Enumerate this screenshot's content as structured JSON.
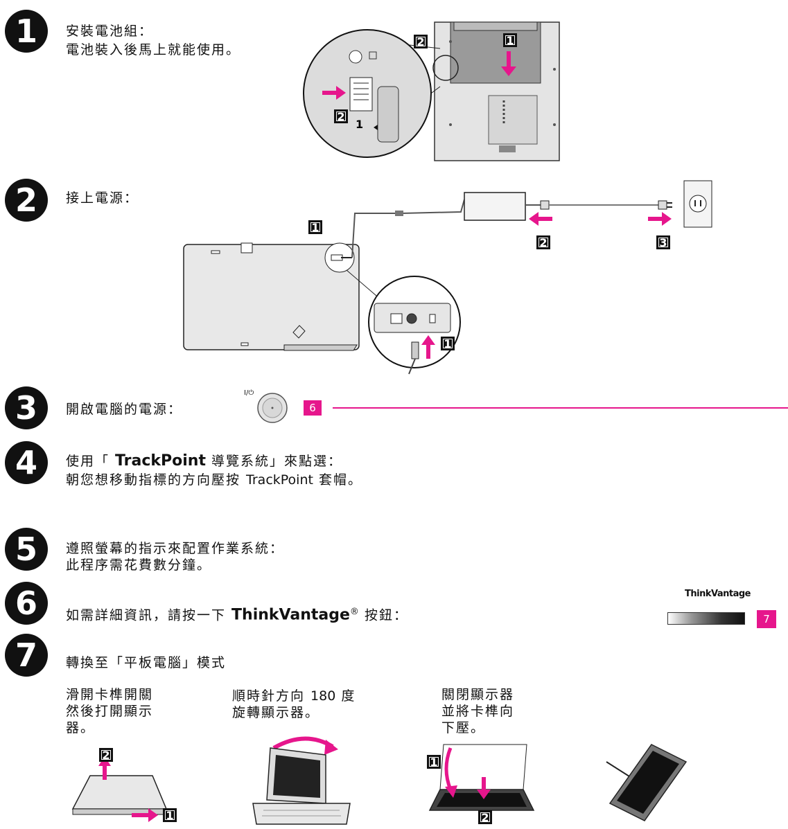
{
  "steps": [
    {
      "n": "1",
      "lines": [
        "安裝電池組：",
        "電池裝入後馬上就能使用。"
      ]
    },
    {
      "n": "2",
      "lines": [
        "接上電源："
      ]
    },
    {
      "n": "3",
      "lines": [
        "開啟電腦的電源："
      ]
    },
    {
      "n": "4",
      "line1_pre": "使用「 ",
      "line1_bold": "TrackPoint",
      "line1_post": " 導覽系統」來點選：",
      "line2_pre": "朝您想移動指標的方向壓按 ",
      "line2_sans": "TrackPoint",
      "line2_post": " 套帽。"
    },
    {
      "n": "5",
      "lines": [
        "遵照螢幕的指示來配置作業系統：",
        "此程序需花費數分鐘。"
      ]
    },
    {
      "n": "6",
      "pre": "如需詳細資訊，請按一下 ",
      "bold": "ThinkVantage",
      "reg": "®",
      "post": " 按鈕："
    },
    {
      "n": "7",
      "lines": [
        "轉換至「平板電腦」模式"
      ]
    }
  ],
  "captions": {
    "c1": "滑開卡榫開關\n然後打開顯示\n器。",
    "c2_pre": "順時針方向 ",
    "c2_num": "180",
    "c2_post": " 度\n旋轉顯示器。",
    "c3": "關閉顯示器\n並將卡榫向\n下壓。"
  },
  "callouts": {
    "power": "6",
    "thinkvantage": "7"
  },
  "thinkvantage_label": "ThinkVantage",
  "power_symbol": "I/⏻",
  "badges": {
    "one": "1",
    "two": "2",
    "three": "3"
  },
  "colors": {
    "accent": "#e6168c",
    "ink": "#111111"
  }
}
